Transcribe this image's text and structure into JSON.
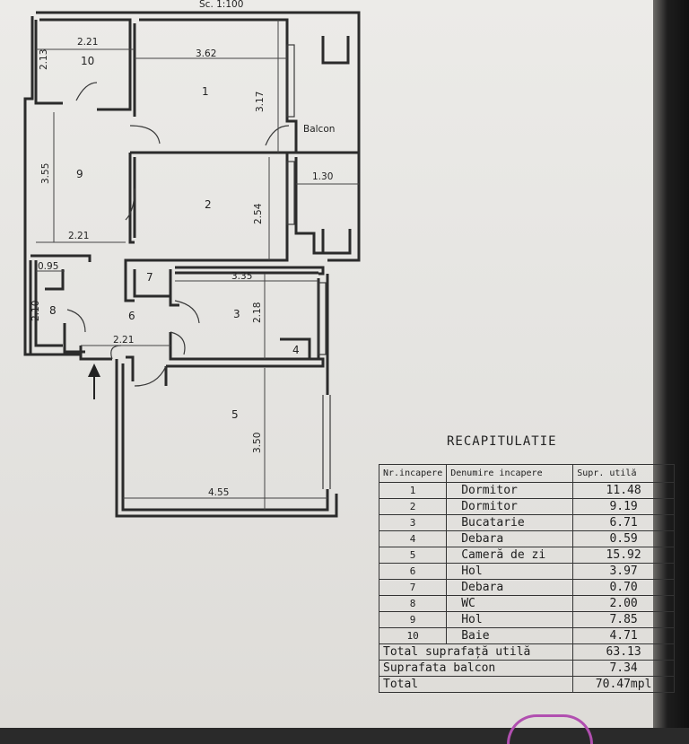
{
  "scale": "Sc. 1:100",
  "plan": {
    "dimensions": {
      "d1": "2.21",
      "d2": "3.62",
      "d3": "2.13",
      "d4": "3.17",
      "d5": "3.55",
      "d6": "1.30",
      "d7": "2.54",
      "d8": "2.21",
      "d9": "0.95",
      "d10": "3.35",
      "d11": "2.10",
      "d12": "2.18",
      "d13": "2.21",
      "d14": "3.50",
      "d15": "4.55"
    },
    "rooms": {
      "r1": "1",
      "r2": "2",
      "r3": "3",
      "r4": "4",
      "r5": "5",
      "r6": "6",
      "r7": "7",
      "r8": "8",
      "r9": "9",
      "r10": "10",
      "balcon": "Balcon"
    }
  },
  "recap": {
    "title": "RECAPITULATIE",
    "headers": [
      "Nr.incapere",
      "Denumire incapere",
      "Supr. utilă"
    ],
    "rows": [
      {
        "nr": "1",
        "name": "Dormitor",
        "area": "11.48"
      },
      {
        "nr": "2",
        "name": "Dormitor",
        "area": "9.19"
      },
      {
        "nr": "3",
        "name": "Bucatarie",
        "area": "6.71"
      },
      {
        "nr": "4",
        "name": "Debara",
        "area": "0.59"
      },
      {
        "nr": "5",
        "name": "Cameră de zi",
        "area": "15.92"
      },
      {
        "nr": "6",
        "name": "Hol",
        "area": "3.97"
      },
      {
        "nr": "7",
        "name": "Debara",
        "area": "0.70"
      },
      {
        "nr": "8",
        "name": "WC",
        "area": "2.00"
      },
      {
        "nr": "9",
        "name": "Hol",
        "area": "7.85"
      },
      {
        "nr": "10",
        "name": "Baie",
        "area": "4.71"
      }
    ],
    "totals": [
      {
        "label": "Total suprafață utilă",
        "value": "63.13"
      },
      {
        "label": "Suprafata balcon",
        "value": "7.34"
      },
      {
        "label": "Total",
        "value": "70.47mpl"
      }
    ]
  }
}
